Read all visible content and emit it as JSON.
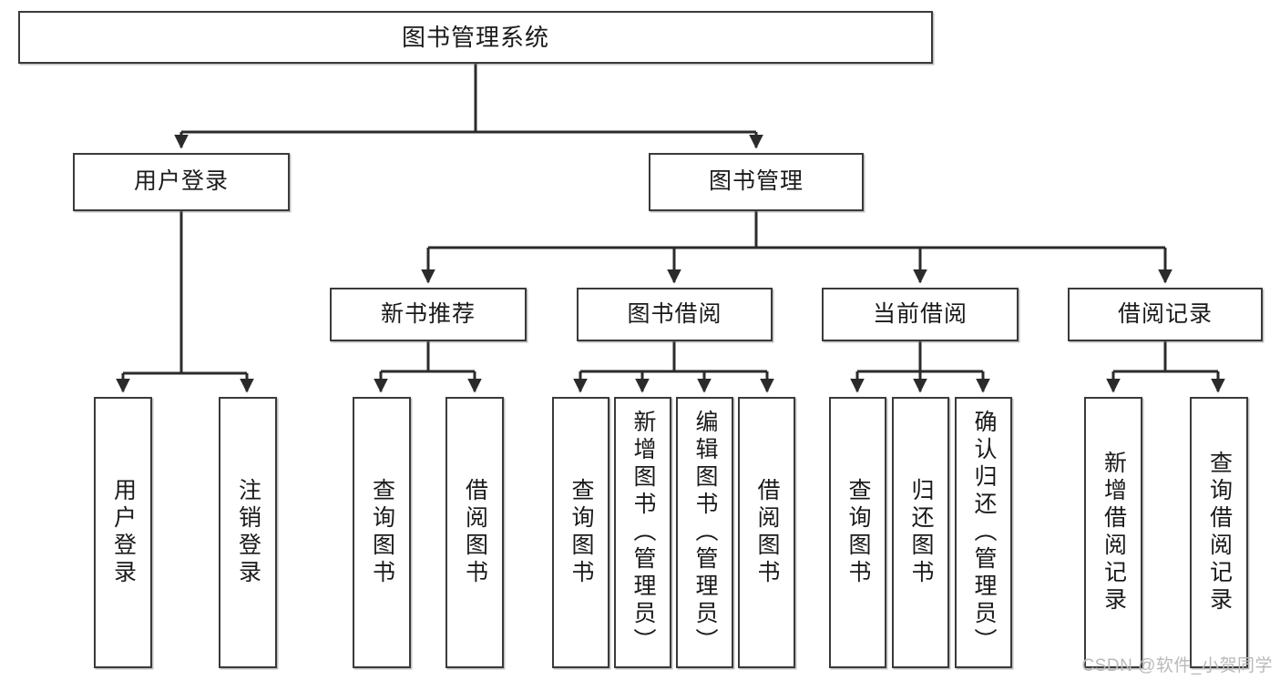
{
  "diagram": {
    "title": "图书管理系统",
    "type": "tree-hierarchy-chart",
    "root": {
      "id": "root",
      "label": "图书管理系统"
    },
    "level2": [
      {
        "id": "user-login",
        "label": "用户登录"
      },
      {
        "id": "book-management",
        "label": "图书管理"
      }
    ],
    "level3": [
      {
        "id": "new-book-recommend",
        "label": "新书推荐"
      },
      {
        "id": "book-borrow",
        "label": "图书借阅"
      },
      {
        "id": "current-borrow",
        "label": "当前借阅"
      },
      {
        "id": "borrow-record",
        "label": "借阅记录"
      }
    ],
    "leaves": {
      "user_login": [
        {
          "id": "leaf-user-login",
          "label": "用户登录"
        },
        {
          "id": "leaf-logout",
          "label": "注销登录"
        }
      ],
      "new_book_recommend": [
        {
          "id": "leaf-query-book-1",
          "label": "查询图书"
        },
        {
          "id": "leaf-borrow-book-1",
          "label": "借阅图书"
        }
      ],
      "book_borrow": [
        {
          "id": "leaf-query-book-2",
          "label": "查询图书"
        },
        {
          "id": "leaf-add-book",
          "label": "新增图书（管理员）"
        },
        {
          "id": "leaf-edit-book",
          "label": "编辑图书（管理员）"
        },
        {
          "id": "leaf-borrow-book-2",
          "label": "借阅图书"
        }
      ],
      "current_borrow": [
        {
          "id": "leaf-query-book-3",
          "label": "查询图书"
        },
        {
          "id": "leaf-return-book",
          "label": "归还图书"
        },
        {
          "id": "leaf-confirm-return",
          "label": "确认归还（管理员）"
        }
      ],
      "borrow_record": [
        {
          "id": "leaf-add-record",
          "label": "新增借阅记录"
        },
        {
          "id": "leaf-query-record",
          "label": "查询借阅记录"
        }
      ]
    },
    "colors": {
      "border": "#3a3a3a",
      "background": "#ffffff",
      "text": "#1a1a1a",
      "watermark": "#b9b9b9"
    }
  },
  "watermark": {
    "text": "CSDN @软件_小贺同学"
  }
}
